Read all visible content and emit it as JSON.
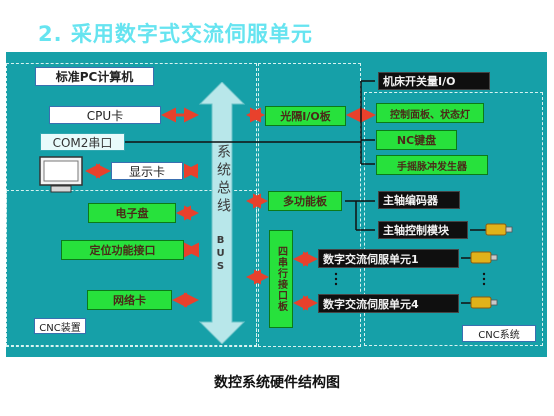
{
  "title": "2.  采用数字式交流伺服单元",
  "caption": "数控系统硬件结构图",
  "pc_label": "标准PC计算机",
  "bus_label": "系统总线",
  "bus_en": "BUS",
  "cnc_device": "CNC装置",
  "cnc_system": "CNC系统",
  "boxes": {
    "cpu": "CPU卡",
    "com": "COM2串口",
    "display": "显示卡",
    "electronic_disk": "电子盘",
    "position_interface": "定位功能接口",
    "network": "网络卡",
    "optical_io": "光隔I/O板",
    "multifunction": "多功能板",
    "quad_serial": "四串行接口板",
    "machine_switch": "机床开关量I/O",
    "operator_panel": "控制面板、状态灯",
    "nc_keyboard": "NC键盘",
    "handwheel": "手摇脉冲发生器",
    "spindle_encoder": "主轴编码器",
    "spindle_control": "主轴控制模块",
    "servo1": "数字交流伺服单元1",
    "servo4": "数字交流伺服单元4"
  },
  "colors": {
    "background": "#16a0a8",
    "title": "#66e4f0",
    "arrow": "#e8412c",
    "node_green": "#27e13c",
    "node_black": "#0f0f0f",
    "motor": "#e0b21a"
  }
}
